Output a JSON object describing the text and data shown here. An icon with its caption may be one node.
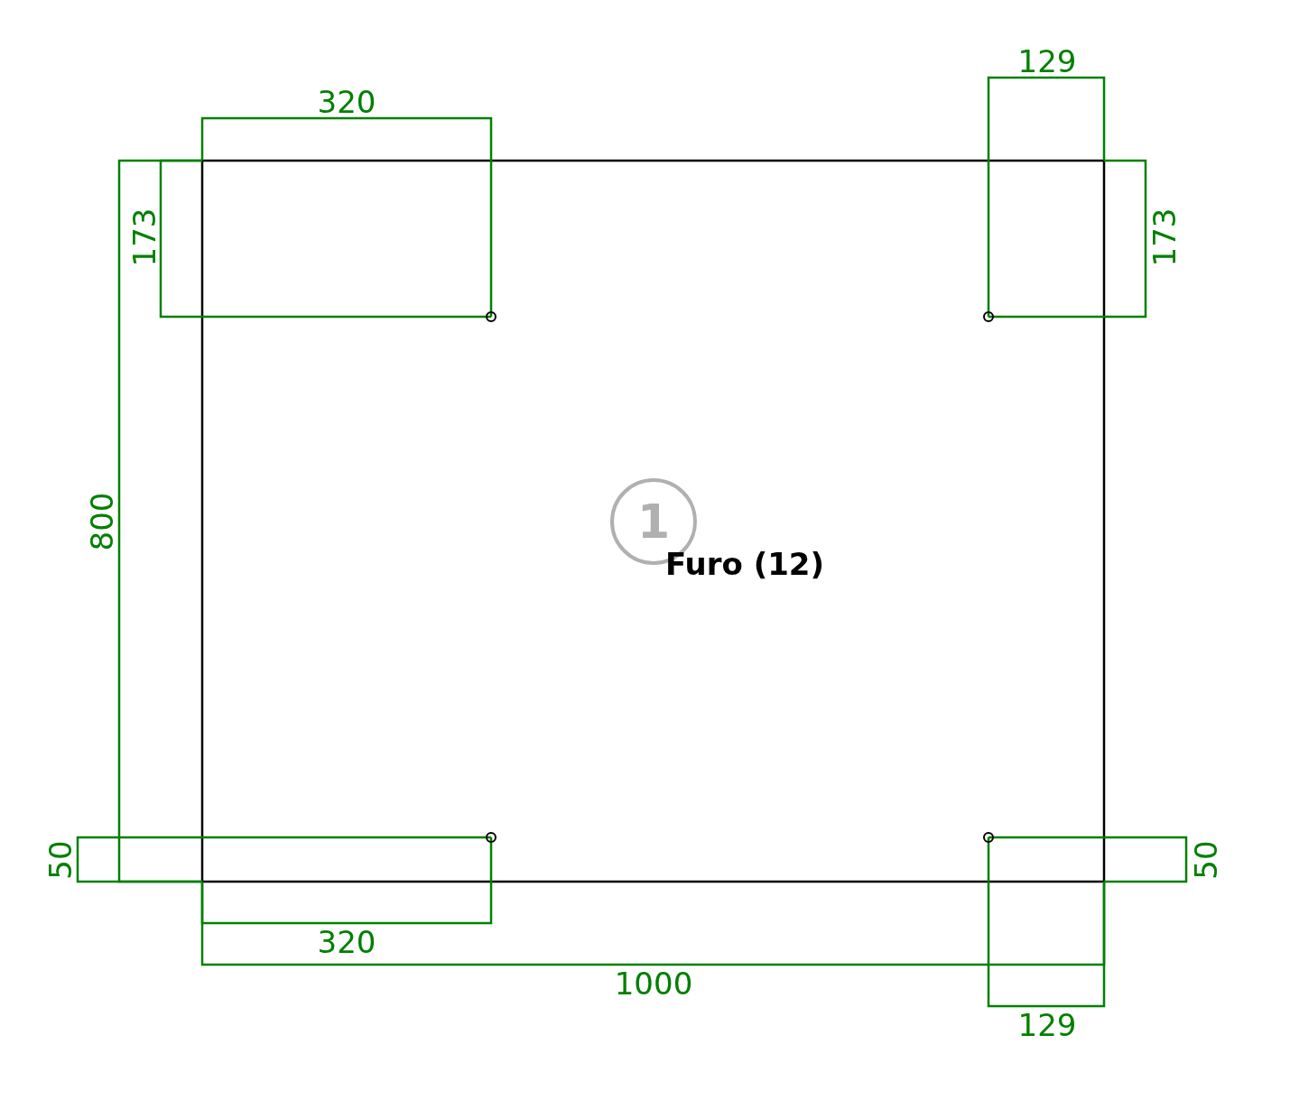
{
  "diagram": {
    "labels": [
      "129",
      "320",
      "173",
      "173",
      "800",
      "1",
      "Furo (12)",
      "50",
      "50",
      "320",
      "1000",
      "129"
    ]
  }
}
